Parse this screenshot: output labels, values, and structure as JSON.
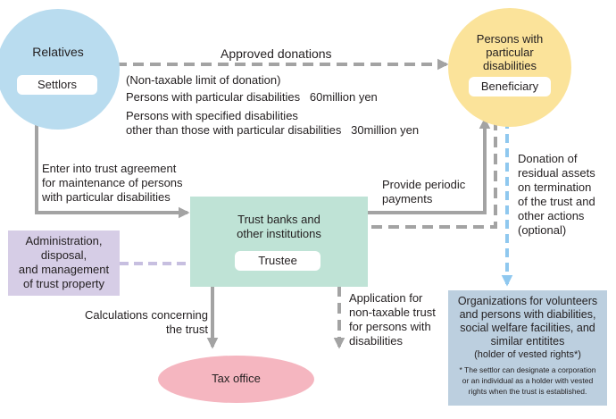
{
  "settlor_node": {
    "title": "Relatives",
    "role": "Settlors"
  },
  "beneficiary_node": {
    "title_lines": [
      "Persons with",
      "particular",
      "disabilities"
    ],
    "role": "Beneficiary"
  },
  "trustee_node": {
    "title_lines": [
      "Trust banks and",
      "other institutions"
    ],
    "role": "Trustee"
  },
  "tax_office_node": {
    "title": "Tax office"
  },
  "admin_node": {
    "lines": [
      "Administration,",
      "disposal,",
      "and management",
      "of trust property"
    ]
  },
  "organizations_node": {
    "lines": [
      "Organizations for volunteers",
      "and persons with diabilities,",
      "social welfare facilities, and",
      "similar entitites",
      "(holder of vested rights*)"
    ],
    "note_lines": [
      "* The settlor can designate a corporation",
      "or an individual as a holder with vested",
      "rights when the trust is established."
    ]
  },
  "labels": {
    "approved_donations": "Approved donations",
    "limit_heading": "(Non-taxable limit of donation)",
    "limit_row1": "Persons with particular disabilities   60million yen",
    "limit_row2_line1": "Persons with specified disabilities",
    "limit_row2_line2": "other than those with particular disabilities   30million yen",
    "trust_agreement": [
      "Enter into trust agreement",
      "for maintenance of persons",
      "with particular disabilities"
    ],
    "periodic_payments": [
      "Provide periodic",
      "payments"
    ],
    "residual_assets": [
      "Donation of",
      "residual assets",
      "on termination",
      "of the trust and",
      "other actions",
      "(optional)"
    ],
    "calculations": [
      "Calculations concerning",
      "the trust"
    ],
    "application": [
      "Application for",
      "non-taxable trust",
      "for persons with",
      "disabilities"
    ]
  },
  "colors": {
    "settlor_fill": "#b9dcef",
    "beneficiary_fill": "#fbe39a",
    "trustee_fill": "#bfe3d6",
    "tax_office_fill": "#f5b6c0",
    "admin_fill": "#d6cde6",
    "organizations_fill": "#bccfdf",
    "arrow_gray": "#a3a3a3",
    "arrow_blue_dashed": "#8fc8ef",
    "arrow_lavender_dashed": "#c7bfe0"
  }
}
